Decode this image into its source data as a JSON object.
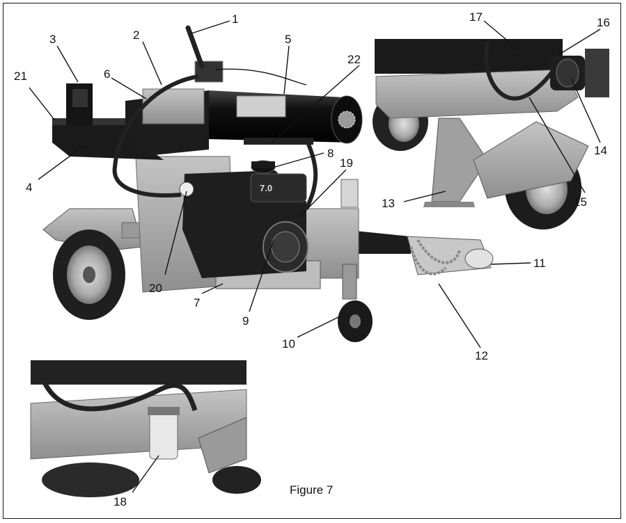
{
  "figure": {
    "caption": "Figure 7"
  },
  "callouts": {
    "c1": "1",
    "c2": "2",
    "c3": "3",
    "c4": "4",
    "c5": "5",
    "c6": "6",
    "c7": "7",
    "c8": "8",
    "c9": "9",
    "c10": "10",
    "c11": "11",
    "c12": "12",
    "c13": "13",
    "c14": "14",
    "c15": "15",
    "c16": "16",
    "c17": "17",
    "c18": "18",
    "c19": "19",
    "c20": "20",
    "c21": "21",
    "c22": "22"
  },
  "engine_badge": "7.0",
  "colors": {
    "frame_gray": "#a8a8a8",
    "dark_body": "#1e1e1e",
    "tire": "#222222",
    "rim": "#bdbdbd",
    "photo_bg": "#ffffff"
  }
}
